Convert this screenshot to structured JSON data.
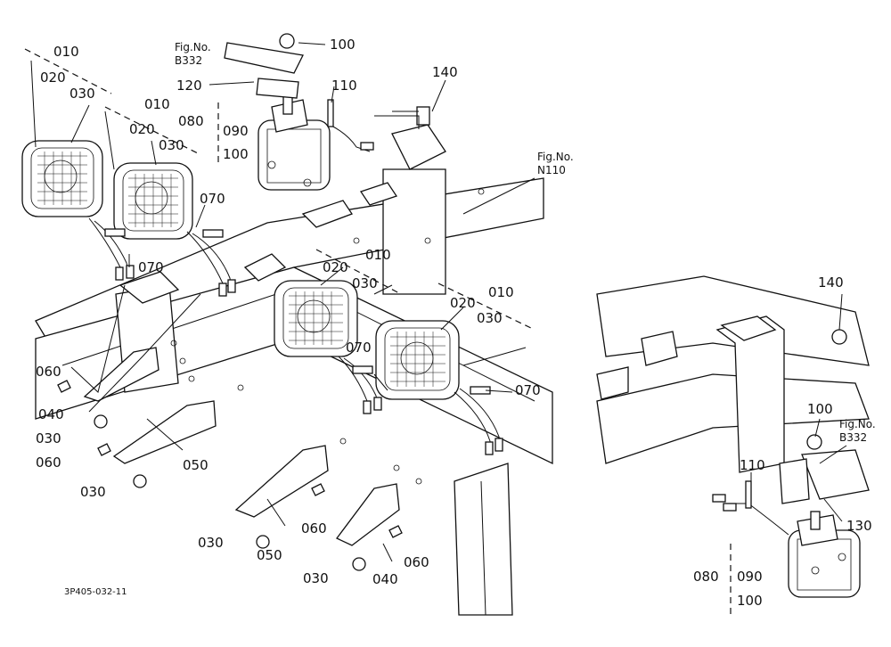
{
  "diagram": {
    "code": "3P405-032-11",
    "refs": {
      "b332_top": {
        "line1": "Fig.No.",
        "line2": "B332"
      },
      "n110": {
        "line1": "Fig.No.",
        "line2": "N110"
      },
      "b332_right": {
        "line1": "Fig.No.",
        "line2": "B332"
      }
    },
    "labels": {
      "l010a": "010",
      "l020a": "020",
      "l030a": "030",
      "l010b": "010",
      "l020b": "020",
      "l030b": "030",
      "l100a": "100",
      "l120": "120",
      "l110a": "110",
      "l140a": "140",
      "l080a": "080",
      "l090a": "090",
      "l100b": "100",
      "l070a": "070",
      "l070b": "070",
      "l010c": "010",
      "l020c": "020",
      "l030c": "030",
      "l010d": "010",
      "l020d": "020",
      "l030d": "030",
      "l070c": "070",
      "l070d": "070",
      "l060a": "060",
      "l040a": "040",
      "l030e": "030",
      "l060b": "060",
      "l050a": "050",
      "l030f": "030",
      "l060c": "060",
      "l030g": "030",
      "l050b": "050",
      "l060d": "060",
      "l030h": "030",
      "l040b": "040",
      "l140b": "140",
      "l100c": "100",
      "l110b": "110",
      "l130": "130",
      "l080b": "080",
      "l090b": "090",
      "l100d": "100"
    }
  }
}
